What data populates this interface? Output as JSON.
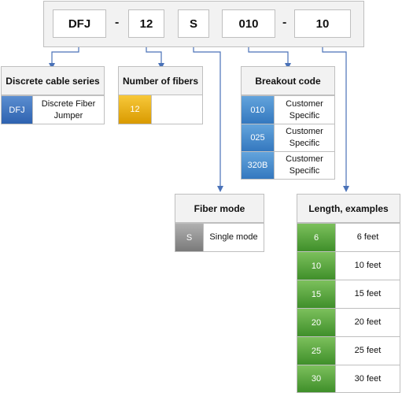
{
  "part_number": {
    "series": "DFJ",
    "dash1": "-",
    "fibers": "12",
    "mode": "S",
    "breakout": "010",
    "dash2": "-",
    "length": "10"
  },
  "series_panel": {
    "title": "Discrete cable series",
    "rows": [
      {
        "code": "DFJ",
        "desc": "Discrete Fiber Jumper"
      }
    ]
  },
  "fibers_panel": {
    "title": "Number of fibers",
    "rows": [
      {
        "code": "12",
        "desc": ""
      }
    ]
  },
  "breakout_panel": {
    "title": "Breakout code",
    "rows": [
      {
        "code": "010",
        "desc": "Customer Specific"
      },
      {
        "code": "025",
        "desc": "Customer Specific"
      },
      {
        "code": "320B",
        "desc": "Customer Specific"
      }
    ]
  },
  "mode_panel": {
    "title": "Fiber mode",
    "rows": [
      {
        "code": "S",
        "desc": "Single mode"
      }
    ]
  },
  "length_panel": {
    "title": "Length, examples",
    "rows": [
      {
        "code": "6",
        "desc": "6 feet"
      },
      {
        "code": "10",
        "desc": "10 feet"
      },
      {
        "code": "15",
        "desc": "15 feet"
      },
      {
        "code": "20",
        "desc": "20 feet"
      },
      {
        "code": "25",
        "desc": "25 feet"
      },
      {
        "code": "30",
        "desc": "30 feet"
      }
    ]
  },
  "colors": {
    "connector": "#4a72b8",
    "series_code": "#2e62b0",
    "fibers_code": "#e0a800",
    "breakout_code": "#3478bf",
    "mode_code": "#8c8c8c",
    "length_code": "#4a9a34"
  }
}
